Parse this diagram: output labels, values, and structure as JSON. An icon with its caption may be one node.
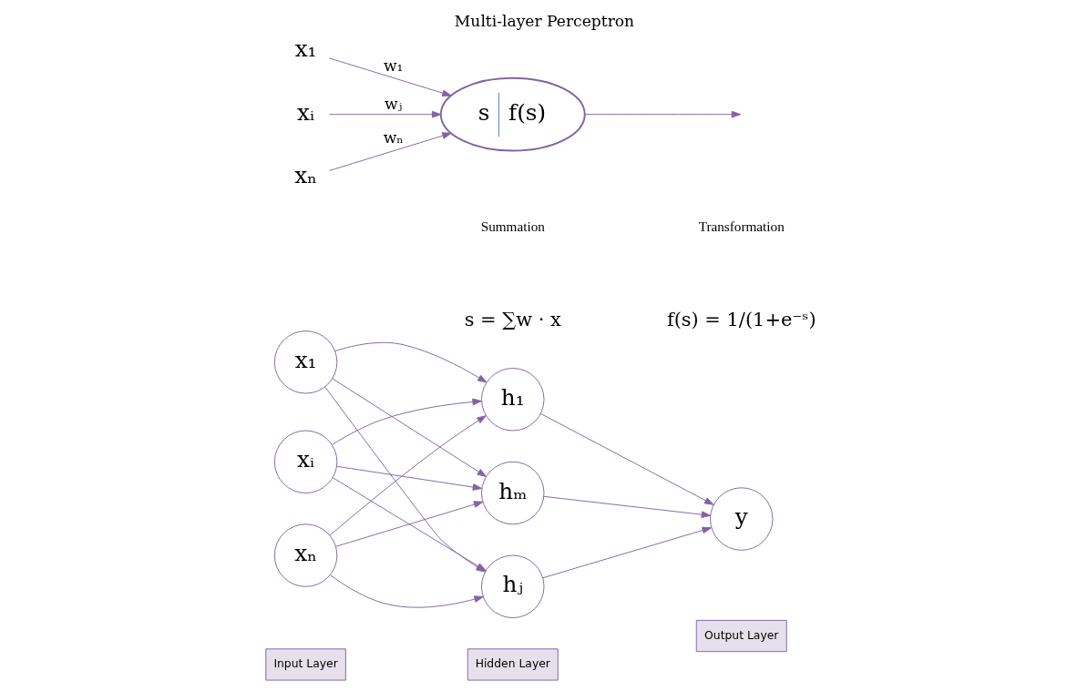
{
  "diagram": {
    "title": "Multi-layer Perceptron",
    "nodes": [
      {
        "text": [
          "x₁"
        ]
      },
      {
        "text": [
          "xᵢ"
        ]
      },
      {
        "text": [
          "xₙ"
        ]
      },
      {
        "text": [
          "h₁"
        ]
      },
      {
        "text": [
          "hⱼ"
        ]
      },
      {
        "text": [
          "hₘ"
        ]
      },
      {
        "text": [
          "y"
        ]
      },
      {
        "text": [
          "Input Layer"
        ]
      },
      {
        "text": [
          "Hidden Layer"
        ]
      },
      {
        "text": [
          "Output Layer"
        ]
      },
      {
        "text": [
          "x₁"
        ]
      },
      {
        "text": [
          "xᵢ"
        ]
      },
      {
        "text": [
          "xₙ"
        ]
      },
      {
        "text": [
          "s",
          "f(s)"
        ]
      }
    ],
    "edges": [
      {
        "from": 0,
        "to": 3,
        "arrow": "to"
      },
      {
        "from": 0,
        "to": 4,
        "arrow": "to"
      },
      {
        "from": 0,
        "to": 5,
        "arrow": "to"
      },
      {
        "from": 1,
        "to": 3,
        "arrow": "to"
      },
      {
        "from": 1,
        "to": 4,
        "arrow": "to"
      },
      {
        "from": 1,
        "to": 5,
        "arrow": "to"
      },
      {
        "from": 2,
        "to": 3,
        "arrow": "to"
      },
      {
        "from": 2,
        "to": 4,
        "arrow": "to"
      },
      {
        "from": 2,
        "to": 5,
        "arrow": "to"
      },
      {
        "from": 3,
        "to": 6,
        "arrow": "to"
      },
      {
        "from": 4,
        "to": 6,
        "arrow": "to"
      },
      {
        "from": 5,
        "to": 6,
        "arrow": "to"
      },
      {
        "from": 10,
        "to": 13,
        "arrow": "to",
        "label": "w₁"
      },
      {
        "from": 11,
        "to": 13,
        "arrow": "to",
        "label": "wⱼ"
      },
      {
        "from": 12,
        "to": 13,
        "arrow": "to",
        "label": "wₙ"
      },
      {
        "from": 13,
        "to": null,
        "arrow": "to"
      }
    ],
    "labels": [
      "Summation",
      "Transformation",
      "s = ∑w · x",
      "f(s) = 1/(1+e⁻ˢ)"
    ]
  }
}
